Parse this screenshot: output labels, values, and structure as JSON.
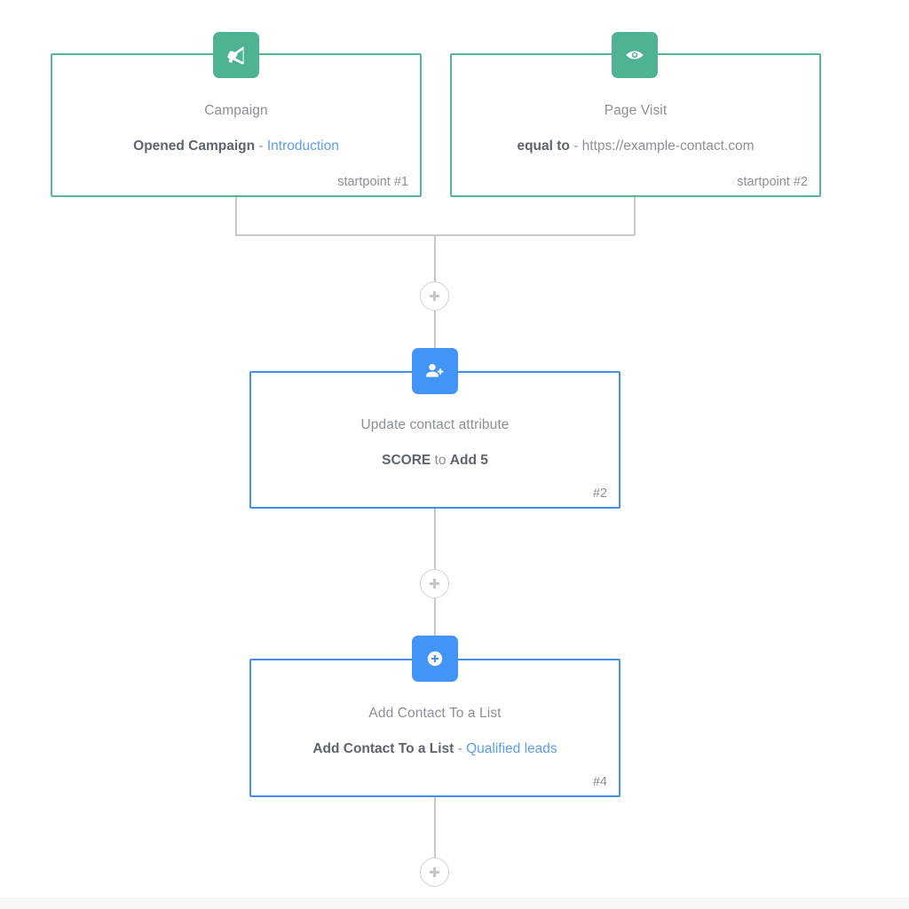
{
  "theme": {
    "start_color": "#55b794",
    "start_badge_color": "#4eb393",
    "action_color": "#3f90f0",
    "action_badge_color": "#4294f5",
    "link_color": "#5b9fee",
    "text_color": "#8a8f99",
    "connector_color": "#c8c8c8"
  },
  "nodes": [
    {
      "id": "startpoint-1",
      "kind": "start",
      "icon": "megaphone-icon",
      "title": "Campaign",
      "detail_strong": "Opened Campaign",
      "detail_separator": " - ",
      "detail_link": "Introduction",
      "detail_plain": "",
      "tag": "startpoint #1"
    },
    {
      "id": "startpoint-2",
      "kind": "start",
      "icon": "eye-icon",
      "title": "Page Visit",
      "detail_strong": "equal to",
      "detail_separator": " - ",
      "detail_link": "",
      "detail_plain": "https://example-contact.com",
      "tag": "startpoint #2"
    },
    {
      "id": "action-2",
      "kind": "action",
      "icon": "user-plus-icon",
      "title": "Update contact attribute",
      "detail_strong": "SCORE",
      "detail_separator": " to ",
      "detail_link": "",
      "detail_plain": "",
      "detail_strong2": "Add 5",
      "tag": "#2"
    },
    {
      "id": "action-4",
      "kind": "action",
      "icon": "plus-circle-icon",
      "title": "Add Contact To a List",
      "detail_strong": "Add Contact To a List",
      "detail_separator": " - ",
      "detail_link": "Qualified leads",
      "detail_plain": "",
      "tag": "#4"
    }
  ],
  "connectors": {
    "add_buttons": [
      {
        "id": "add-step-after-startpoints",
        "label": "+"
      },
      {
        "id": "add-step-after-node-2",
        "label": "+"
      },
      {
        "id": "add-step-after-node-4",
        "label": "+"
      }
    ]
  }
}
